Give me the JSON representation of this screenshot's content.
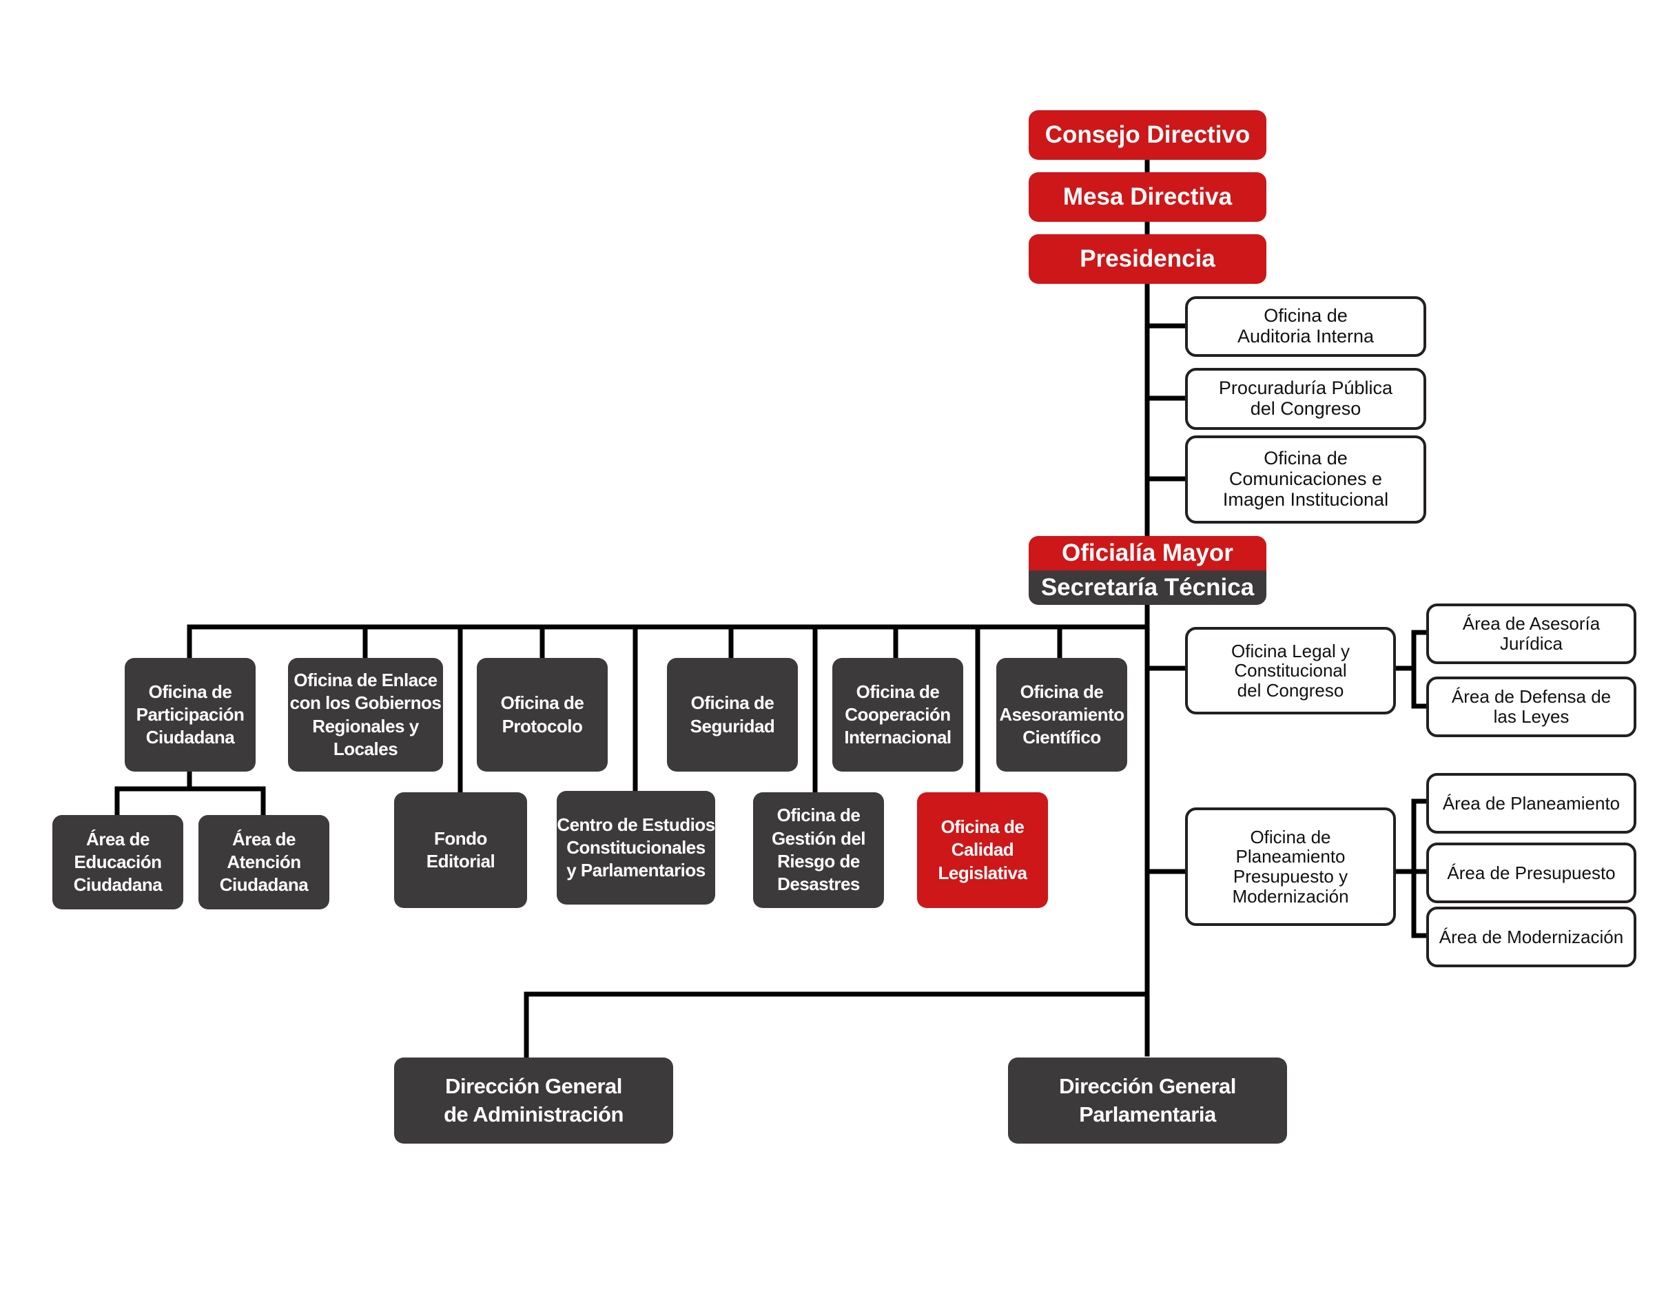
{
  "colors": {
    "accent_red": "#cd1719",
    "dark_gray": "#3d3a3b",
    "line": "#000000",
    "border": "#231f20"
  },
  "top_chain": {
    "consejo": "Consejo Directivo",
    "mesa": "Mesa Directiva",
    "presidencia": "Presidencia"
  },
  "presidency_offices": {
    "auditoria": "Oficina de\nAuditoria Interna",
    "procuraduria": "Procuraduría Pública\ndel Congreso",
    "comunicaciones": "Oficina de\nComunicaciones e\nImagen Institucional"
  },
  "oficialia": {
    "mayor": "Oficialía Mayor",
    "secretaria": "Secretaría Técnica"
  },
  "offices_row1": {
    "participacion": "Oficina de\nParticipación\nCiudadana",
    "enlace": "Oficina de Enlace\ncon los Gobiernos\nRegionales y\nLocales",
    "protocolo": "Oficina de\nProtocolo",
    "seguridad": "Oficina de\nSeguridad",
    "cooperacion": "Oficina de\nCooperación\nInternacional",
    "asesoramiento": "Oficina de\nAsesoramiento\nCientífico"
  },
  "offices_row2": {
    "educacion": "Área de\nEducación\nCiudadana",
    "atencion": "Área de\nAtención\nCiudadana",
    "fondo": "Fondo\nEditorial",
    "centro": "Centro de Estudios\nConstitucionales\ny Parlamentarios",
    "riesgo": "Oficina de\nGestión del\nRiesgo de\nDesastres",
    "calidad": "Oficina de\nCalidad\nLegislativa"
  },
  "legal": {
    "oficina": "Oficina Legal y\nConstitucional\ndel Congreso",
    "asesoria": "Área de Asesoría\nJurídica",
    "defensa": "Área de Defensa de\nlas Leyes"
  },
  "planeamiento": {
    "oficina": "Oficina de\nPlaneamiento\nPresupuesto y\nModernización",
    "area_planeamiento": "Área de Planeamiento",
    "area_presupuesto": "Área de Presupuesto",
    "area_modernizacion": "Área de Modernización"
  },
  "directorates": {
    "administracion": "Dirección General\nde Administración",
    "parlamentaria": "Dirección General\nParlamentaria"
  }
}
